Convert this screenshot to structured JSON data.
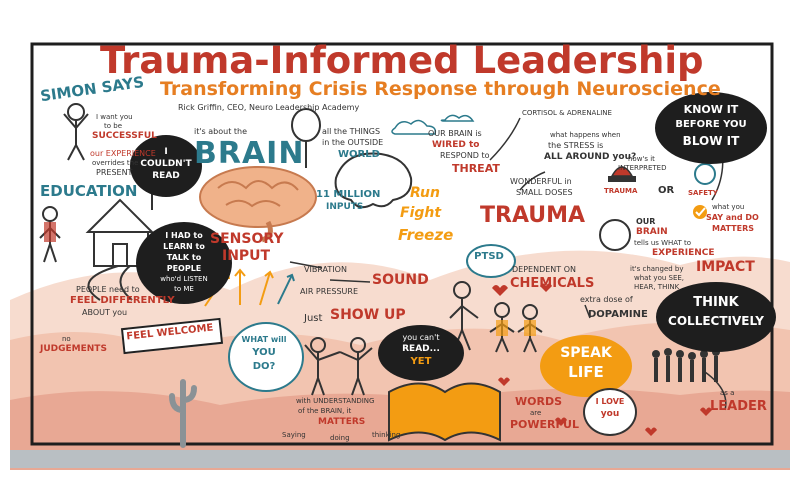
{
  "header": {
    "title": "Trauma-Informed Leadership",
    "subtitle": "Transforming Crisis Response through Neuroscience",
    "byline": "Rick Griffin, CEO, Neuro Leadership Academy"
  },
  "colors": {
    "red": "#c0392b",
    "teal": "#2c7a8c",
    "orange": "#f39c12",
    "brain": "#f0b28a",
    "dark": "#1e1e1e",
    "hill": "#f2c4b0",
    "ground": "#f7dccf"
  },
  "left": {
    "simon_says": "SIMON SAYS",
    "simon_quote_1": "I want you",
    "simon_quote_2": "to be",
    "simon_quote_3": "SUCCESSFUL",
    "experience_1": "our EXPERIENCE",
    "experience_2": "overrides the",
    "experience_3": "PRESENT",
    "couldnt_read_1": "I",
    "couldnt_read_2": "COULDN'T",
    "couldnt_read_3": "READ",
    "education": "EDUCATION",
    "learn_1": "I HAD to",
    "learn_2": "LEARN to",
    "learn_3": "TALK to",
    "learn_4": "PEOPLE",
    "learn_5": "who'd LISTEN",
    "learn_6": "to ME",
    "people_1": "PEOPLE need to",
    "people_2": "FEEL DIFFERENTLY",
    "people_3": "ABOUT you",
    "no_judgements_1": "no",
    "no_judgements_2": "JUDGEMENTS",
    "feel_welcome": "FEEL WELCOME"
  },
  "center": {
    "its_about": "it's about the",
    "brain": "BRAIN",
    "outside_1": "all the THINGS",
    "outside_2": "in the OUTSIDE",
    "outside_3": "WORLD",
    "wired_1": "OUR BRAIN is",
    "wired_2": "WIRED to",
    "wired_3": "RESPOND to",
    "wired_4": "THREAT",
    "eleven_million_1": "11 MILLION",
    "eleven_million_2": "INPUTS",
    "run": "Run",
    "fight": "Fight",
    "freeze": "Freeze",
    "sensory_1": "SENSORY",
    "sensory_2": "INPUT",
    "vibration_1": "VIBRATION",
    "vibration_2": "AIR PRESSURE",
    "sound": "SOUND",
    "just_show_up_1": "Just",
    "just_show_up_2": "SHOW UP",
    "what_will_1": "WHAT will",
    "what_will_2": "YOU",
    "what_will_3": "DO?",
    "cant_read_1": "you can't",
    "cant_read_2": "READ...",
    "cant_read_3": "YET",
    "understanding_1": "with UNDERSTANDING",
    "understanding_2": "of the BRAIN, it",
    "understanding_3": "MATTERS",
    "saying": "Saying",
    "doing": "doing",
    "thinking": "thinking"
  },
  "right": {
    "cortisol": "CORTISOL & ADRENALINE",
    "stress_1": "what happens when",
    "stress_2": "the STRESS is",
    "stress_3": "ALL AROUND you?",
    "wonderful_1": "WONDERFUL in",
    "wonderful_2": "SMALL DOSES",
    "trauma": "TRAUMA",
    "ptsd": "PTSD",
    "dependent_1": "DEPENDENT ON",
    "dependent_2": "CHEMICALS",
    "dopamine_1": "extra dose of",
    "dopamine_2": "DOPAMINE",
    "know_it_1": "KNOW IT",
    "know_it_2": "BEFORE YOU",
    "know_it_3": "BLOW IT",
    "interpreted_1": "how's it",
    "interpreted_2": "INTERPRETED",
    "trauma_small": "TRAUMA",
    "or": "OR",
    "safety": "SAFETY",
    "what_you_say_1": "what you",
    "what_you_say_2": "SAY and DO",
    "what_you_say_3": "MATTERS",
    "brain_tells_1": "OUR",
    "brain_tells_2": "BRAIN",
    "brain_tells_3": "tells us WHAT to",
    "brain_tells_4": "EXPERIENCE",
    "changed_1": "it's changed by",
    "changed_2": "what you SEE,",
    "changed_3": "HEAR, THINK",
    "impact": "IMPACT",
    "think_1": "THINK",
    "think_2": "COLLECTIVELY",
    "speak_1": "SPEAK",
    "speak_2": "LIFE",
    "words_1": "WORDS",
    "words_2": "are",
    "words_3": "POWERFUL",
    "love_1": "I LOVE",
    "love_2": "you",
    "leader_1": "as a",
    "leader_2": "LEADER"
  }
}
